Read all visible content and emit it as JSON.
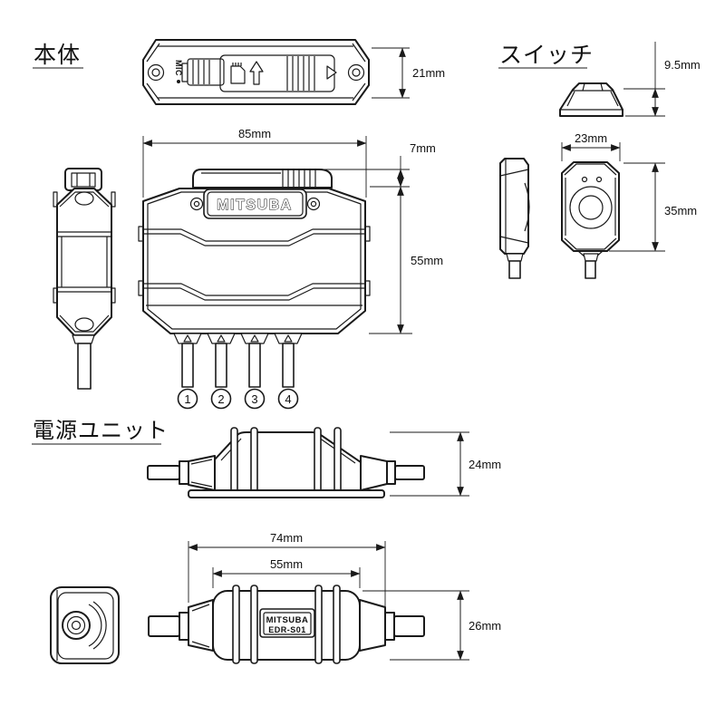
{
  "titles": {
    "main_unit": "本体",
    "switch": "スイッチ",
    "power_unit": "電源ユニット"
  },
  "main_unit": {
    "top_view": {
      "mic_label": "MIC",
      "height_dim": "21mm"
    },
    "front_view": {
      "brand": "MITSUBA",
      "width_dim": "85mm",
      "ridge_dim": "7mm",
      "body_dim": "55mm",
      "connector_numbers": [
        "1",
        "2",
        "3",
        "4"
      ]
    }
  },
  "switch": {
    "height_dim": "9.5mm",
    "width_dim": "23mm",
    "length_dim": "35mm"
  },
  "power_unit": {
    "side_height_dim": "24mm",
    "overall_length_dim": "74mm",
    "body_length_dim": "55mm",
    "width_dim": "26mm",
    "brand": "MITSUBA",
    "model": "EDR-S01"
  },
  "colors": {
    "line": "#1a1a1a",
    "background": "#ffffff"
  }
}
